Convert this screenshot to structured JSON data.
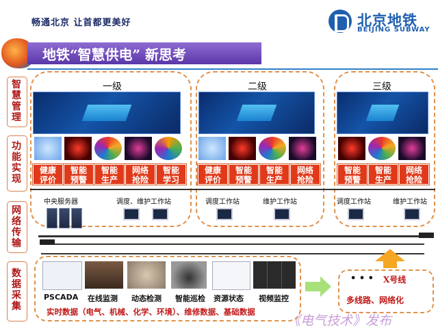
{
  "header": {
    "slogan": "畅通北京   让首都更美好",
    "logo_cn": "北京地铁",
    "logo_en": "BEIJING SUBWAY"
  },
  "title": "地铁“智慧供电” 新思考",
  "side_labels": [
    {
      "text": "智\n慧\n管\n理"
    },
    {
      "text": "功\n能\n实\n现"
    },
    {
      "text": "网\n络\n传\n输"
    },
    {
      "text": "数\n据\n采\n集"
    }
  ],
  "levels": [
    {
      "name": "一级",
      "functions": [
        "健康\n评价",
        "智能\n预警",
        "智能\n生产",
        "网络\n抢险",
        "智能\n学习"
      ],
      "stations": [
        "中央服务器",
        "调度、维护工作站"
      ]
    },
    {
      "name": "二级",
      "functions": [
        "健康\n评价",
        "智能\n预警",
        "智能\n生产",
        "网络\n抢险"
      ],
      "stations": [
        "调度工作站",
        "维护工作站"
      ]
    },
    {
      "name": "三级",
      "functions": [
        "智能\n预警",
        "智能\n生产",
        "网络\n抢险"
      ],
      "stations": [
        "调度工作站",
        "维护工作站"
      ]
    }
  ],
  "data_collection": {
    "items": [
      "PSCADA",
      "在线监测",
      "动态检测",
      "智能巡检",
      "资源状态",
      "视频监控"
    ],
    "summary": "实时数据（电气、机械、化学、环境）、维修数据、基础数据",
    "expand": {
      "dots": "• • •",
      "line_label": "X号线",
      "caption": "多线路、网络化"
    }
  },
  "watermark": "《电气技术》发布",
  "colors": {
    "accent_red": "#e03a1a",
    "title_purple": "#6a45b8",
    "brand_blue": "#1f5fb0",
    "dashed_orange": "#e0904a"
  }
}
